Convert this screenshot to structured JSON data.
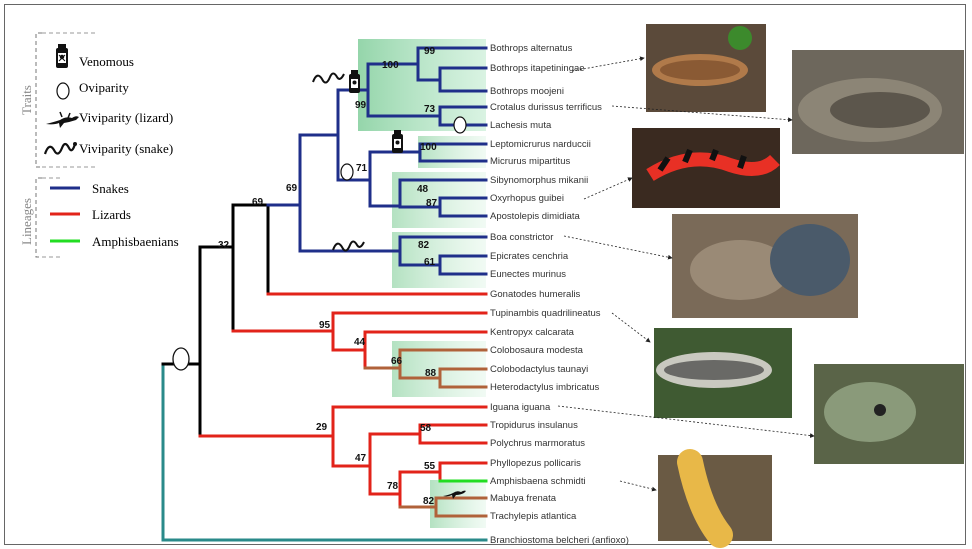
{
  "legend": {
    "traits_title": "Traits",
    "lineages_title": "Lineages",
    "traits": [
      "Venomous",
      "Oviparity",
      "Viviparity (lizard)",
      "Viviparity (snake)"
    ],
    "lineages": [
      "Snakes",
      "Lizards",
      "Amphisbaenians"
    ]
  },
  "colors": {
    "snakes": "#1f2f8a",
    "lizards": "#e2231a",
    "amphisbaenians": "#22dd22",
    "root": "#000000",
    "outgroup": "#2a8a8a",
    "clade_green": "#9fd9b0",
    "clade_brown": "#b0623a"
  },
  "taxa": [
    "Bothrops alternatus",
    "Bothrops itapetiningae",
    "Bothrops moojeni",
    "Crotalus durissus terrificus",
    "Lachesis muta",
    "Leptomicrurus narduccii",
    "Micrurus mipartitus",
    "Sibynomorphus mikanii",
    "Oxyrhopus guibei",
    "Apostolepis dimidiata",
    "Boa constrictor",
    "Epicrates cenchria",
    "Eunectes murinus",
    "Gonatodes humeralis",
    "Tupinambis quadrilineatus",
    "Kentropyx calcarata",
    "Colobosaura modesta",
    "Colobodactylus taunayi",
    "Heterodactylus imbricatus",
    "Iguana iguana",
    "Tropidurus insulanus",
    "Polychrus marmoratus",
    "Phyllopezus pollicaris",
    "Amphisbaena schmidti",
    "Mabuya frenata",
    "Trachylepis atlantica",
    "Branchiostoma belcheri (anfioxo)"
  ],
  "bootstrap": [
    "99",
    "100",
    "99",
    "73",
    "100",
    "71",
    "48",
    "87",
    "82",
    "61",
    "69",
    "69",
    "32",
    "95",
    "44",
    "66",
    "88",
    "29",
    "58",
    "47",
    "55",
    "78",
    "82"
  ]
}
